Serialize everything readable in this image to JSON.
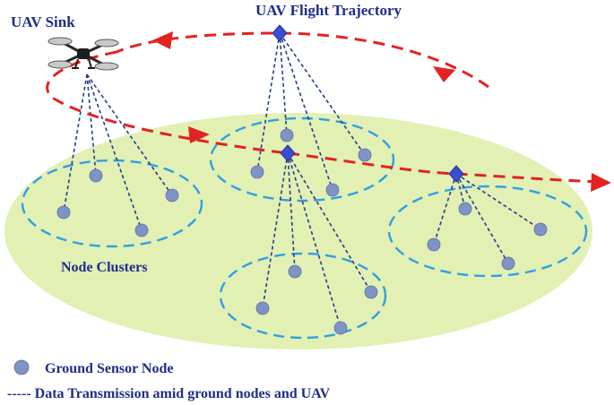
{
  "labels": {
    "uav_sink": "UAV Sink",
    "flight_trajectory": "UAV Flight Trajectory",
    "node_clusters": "Node Clusters"
  },
  "legend": {
    "sensor_node": "Ground Sensor Node",
    "transmission": "----- Data Transmission amid ground nodes and UAV"
  },
  "colors": {
    "field": "#e2f0b4",
    "cluster_ring": "#2f9fe3",
    "sensor_node": "#7f93c4",
    "link": "#233f8c",
    "trajectory": "#e32222",
    "uav": "#3a4fcf",
    "text": "#1f2d8a"
  },
  "icons": {
    "sink": "drone-icon",
    "uav": "diamond-icon",
    "node": "circle-icon",
    "direction": "arrowhead-icon"
  }
}
